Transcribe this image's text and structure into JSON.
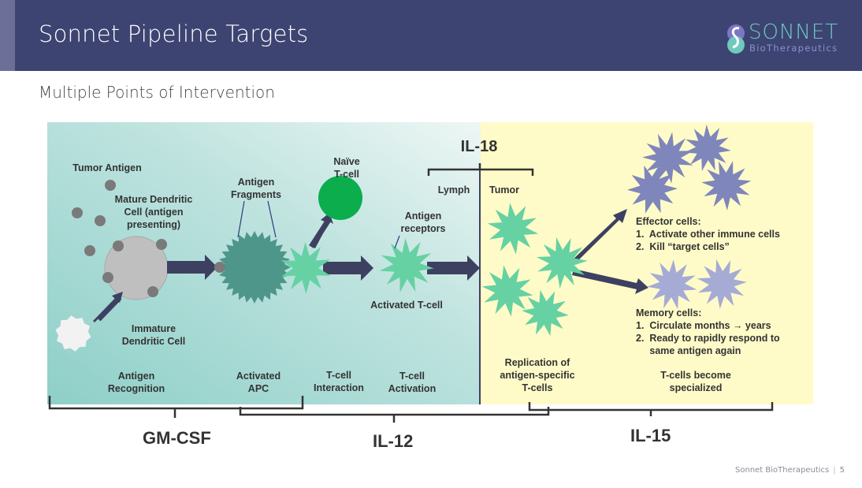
{
  "header": {
    "title": "Sonnet Pipeline Targets",
    "logo_word": "SONNET",
    "logo_sub": "BioTherapeutics"
  },
  "subtitle": "Multiple Points of Intervention",
  "diagram": {
    "labels": {
      "tumor_antigen": "Tumor Antigen",
      "mature_dc": [
        "Mature Dendritic",
        "Cell (antigen",
        "presenting)"
      ],
      "antigen_fragments": [
        "Antigen",
        "Fragments"
      ],
      "naive_tcell": [
        "Naïve",
        "T-cell"
      ],
      "antigen_receptors": [
        "Antigen",
        "receptors"
      ],
      "activated_tcell": "Activated T-cell",
      "immature_dc": [
        "Immature",
        "Dendritic Cell"
      ],
      "il18": "IL-18",
      "lymph": "Lymph",
      "tumor": "Tumor",
      "effector_title": "Effector cells:",
      "effector_items": [
        "1.  Activate other immune cells",
        "2.  Kill “target cells”"
      ],
      "memory_title": "Memory cells:",
      "memory_items": [
        "1.  Circulate months → years",
        "2.  Ready to rapidly respond to",
        "     same antigen again"
      ]
    },
    "stages": [
      [
        "Antigen",
        "Recognition"
      ],
      [
        "Activated",
        "APC"
      ],
      [
        "T-cell",
        "Interaction"
      ],
      [
        "T-cell",
        "Activation"
      ],
      [
        "Replication of",
        "antigen-specific",
        "T-cells"
      ],
      [
        "T-cells become",
        "specialized"
      ]
    ],
    "targets": {
      "gmcsf": "GM-CSF",
      "il12": "IL-12",
      "il15": "IL-15"
    },
    "colors": {
      "lymph_bg": "#9fd3cf",
      "tumor_bg": "#fefbc8",
      "arrow": "#3d4060",
      "tcell": "#66d1a3",
      "apc": "#4f968a",
      "naive": "#0bad4d",
      "effector": "#7f86bb",
      "memory": "#a5abd5"
    }
  },
  "footer": {
    "company": "Sonnet BioTherapeutics",
    "page": "5"
  }
}
